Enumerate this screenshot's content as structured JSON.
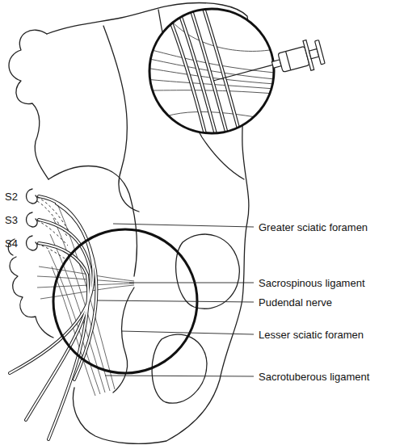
{
  "diagram": {
    "labels": [
      "S2",
      "S3",
      "S4",
      "Greater sciatic foramen",
      "Sacrospinous ligament",
      "Pudendal nerve",
      "Lesser sciatic foramen",
      "Sacrotuberous ligament"
    ]
  }
}
